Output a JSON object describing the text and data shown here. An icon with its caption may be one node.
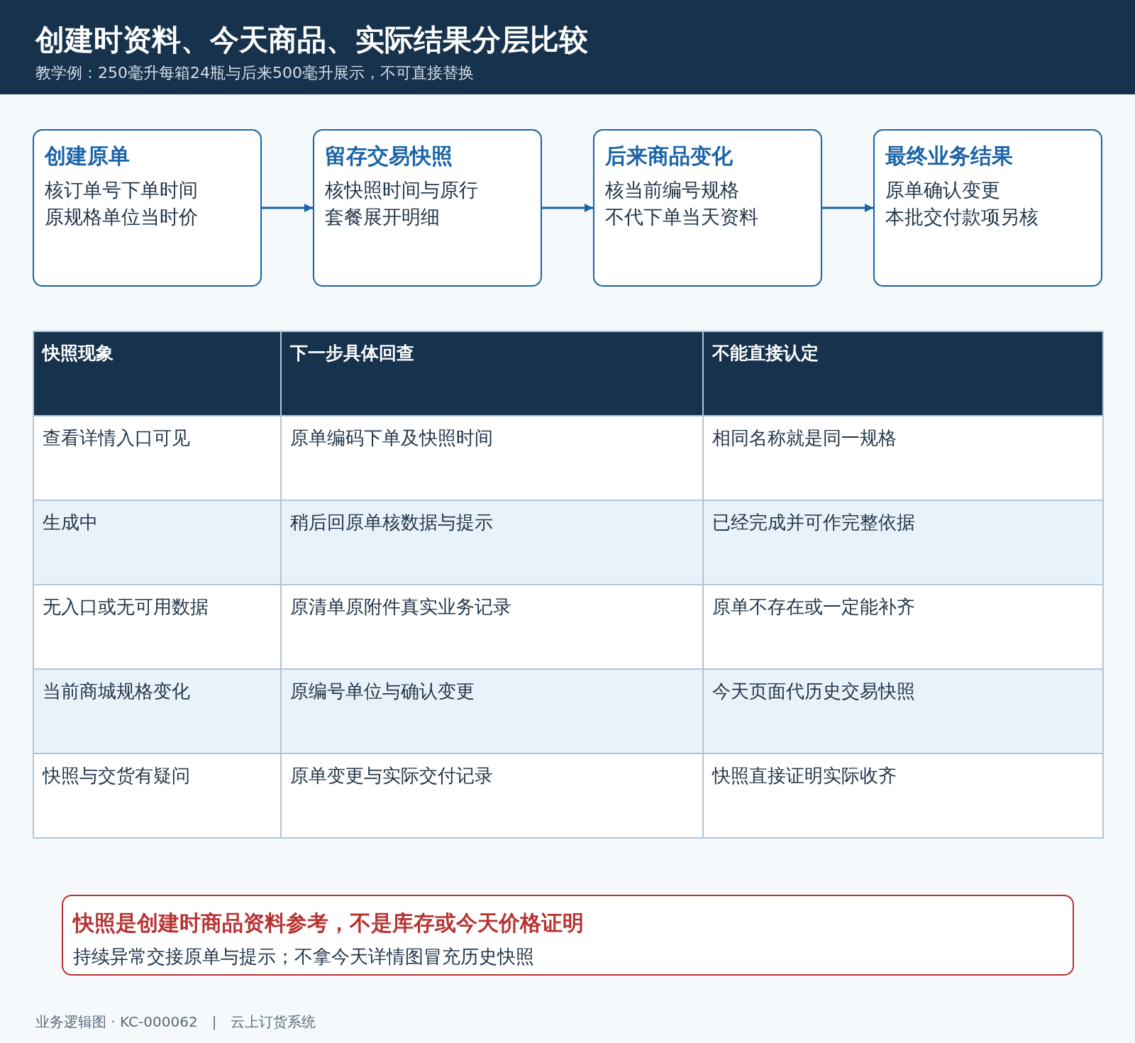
{
  "diagram": {
    "title": "创建时资料、今天商品、实际结果分层比较",
    "nodes": [
      {
        "text": [
          "创建原单",
          "核订单号下单时间",
          "原规格单位当时价"
        ]
      },
      {
        "text": [
          "留存交易快照",
          "核快照时间与原行",
          "套餐展开明细"
        ]
      },
      {
        "text": [
          "后来商品变化",
          "核当前编号规格",
          "不代下单当天资料"
        ]
      },
      {
        "text": [
          "最终业务结果",
          "原单确认变更",
          "本批交付款项另核"
        ]
      },
      {
        "text": [
          "快照是创建时商品资料参考，不是库存或今天价格证明",
          "持续异常交接原单与提示；不拿今天详情图冒充历史快照"
        ]
      }
    ],
    "edges": [
      {
        "from": 0,
        "to": 1,
        "arrow": "to"
      },
      {
        "from": 1,
        "to": 2,
        "arrow": "to"
      },
      {
        "from": 2,
        "to": 3,
        "arrow": "to"
      }
    ],
    "labels": [
      "教学例：250毫升每箱24瓶与后来500毫升展示，不可直接替换",
      "快照现象",
      "下一步具体回查",
      "不能直接认定",
      "查看详情入口可见",
      "原单编码下单及快照时间",
      "相同名称就是同一规格",
      "生成中",
      "稍后回原单核数据与提示",
      "已经完成并可作完整依据",
      "无入口或无可用数据",
      "原清单原附件真实业务记录",
      "原单不存在或一定能补齐",
      "当前商城规格变化",
      "原编号单位与确认变更",
      "今天页面代历史交易快照",
      "快照与交货有疑问",
      "原单变更与实际交付记录",
      "快照直接证明实际收齐",
      "业务逻辑图 · KC-000062",
      "|",
      "云上订货系统"
    ]
  }
}
